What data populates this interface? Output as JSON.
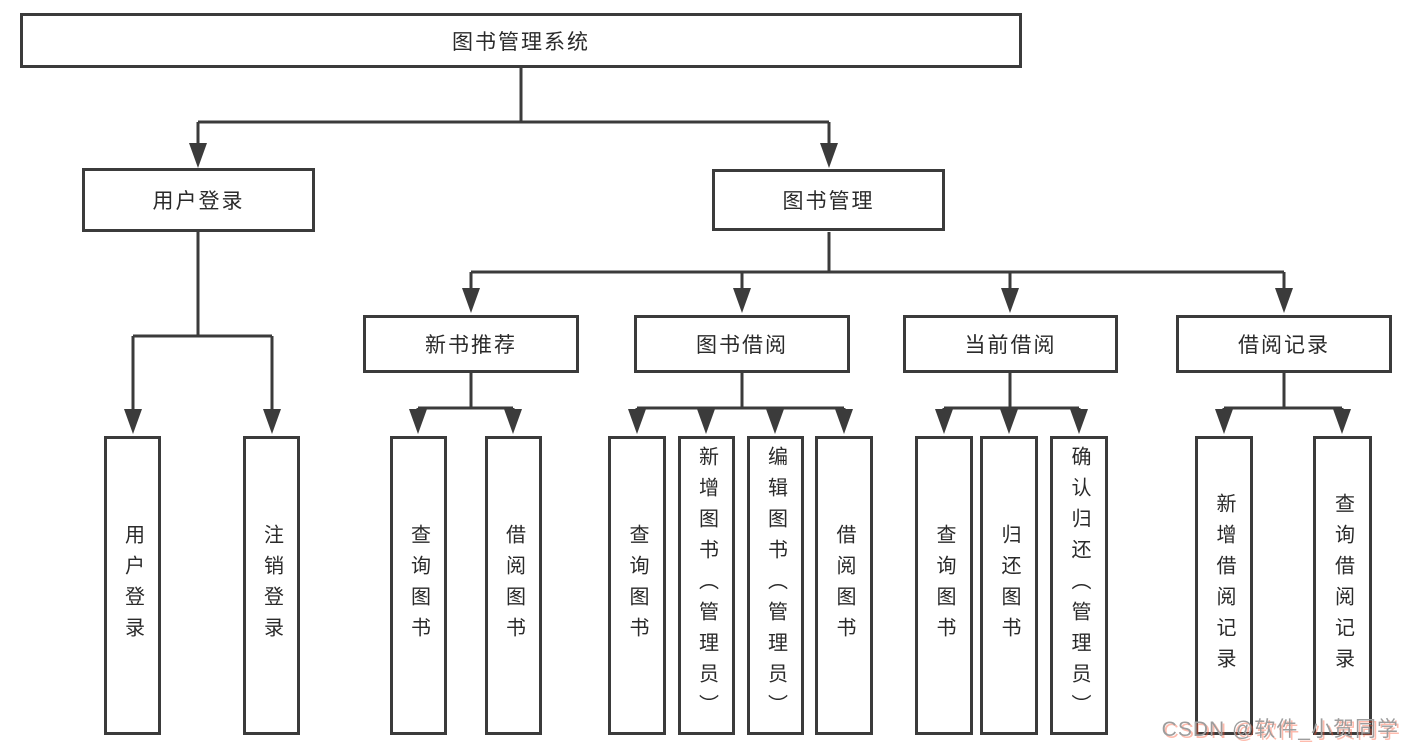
{
  "tree": {
    "root": {
      "label": "图书管理系统",
      "children": [
        {
          "label": "用户登录",
          "children": [
            {
              "label": "用户登录"
            },
            {
              "label": "注销登录"
            }
          ]
        },
        {
          "label": "图书管理",
          "children": [
            {
              "label": "新书推荐",
              "children": [
                {
                  "label": "查询图书"
                },
                {
                  "label": "借阅图书"
                }
              ]
            },
            {
              "label": "图书借阅",
              "children": [
                {
                  "label": "查询图书"
                },
                {
                  "label": "新增图书（管理员）"
                },
                {
                  "label": "编辑图书（管理员）"
                },
                {
                  "label": "借阅图书"
                }
              ]
            },
            {
              "label": "当前借阅",
              "children": [
                {
                  "label": "查询图书"
                },
                {
                  "label": "归还图书"
                },
                {
                  "label": "确认归还（管理员）"
                }
              ]
            },
            {
              "label": "借阅记录",
              "children": [
                {
                  "label": "新增借阅记录"
                },
                {
                  "label": "查询借阅记录"
                }
              ]
            }
          ]
        }
      ]
    }
  },
  "watermark": {
    "text": "CSDN @软件_小贺同学"
  },
  "colors": {
    "line": "#3b3b3b",
    "box_border": "#3b3b3b",
    "text": "#2a2a2a",
    "background": "#ffffff",
    "watermark_text": "#9d9d9d",
    "watermark_shadow": "#fc5531"
  }
}
